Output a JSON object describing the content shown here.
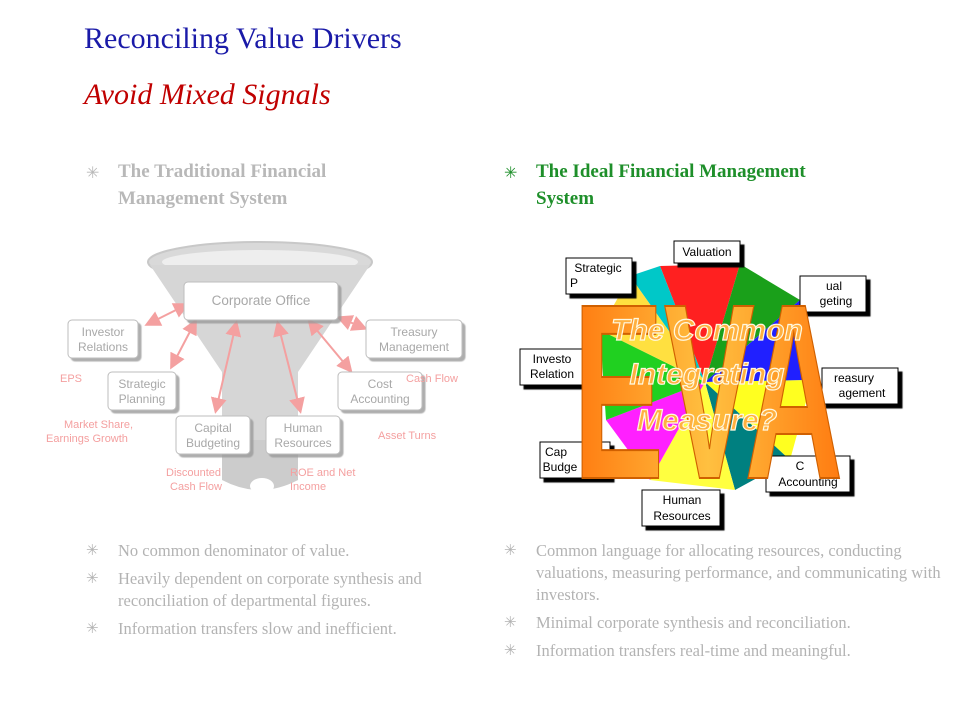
{
  "title": "Reconciling Value Drivers",
  "subtitle": "Avoid Mixed Signals",
  "bullet_glyph": "✳",
  "left": {
    "heading": "The Traditional Financial Management System",
    "heading_lines": [
      "The Traditional Financial",
      "Management System"
    ],
    "funnel_top": "Corporate Office",
    "boxes": {
      "investor": [
        "Investor",
        "Relations"
      ],
      "treasury": [
        "Treasury",
        "Management"
      ],
      "strategic": [
        "Strategic",
        "Planning"
      ],
      "cost": [
        "Cost",
        "Accounting"
      ],
      "capital": [
        "Capital",
        "Budgeting"
      ],
      "human": [
        "Human",
        "Resources"
      ]
    },
    "labels": {
      "eps": "EPS",
      "cash_flow": "Cash Flow",
      "market_share": [
        "Market Share,",
        "Earnings Growth"
      ],
      "asset_turns": "Asset Turns",
      "dcf": [
        "Discounted",
        "Cash Flow"
      ],
      "roe": [
        "ROE and Net",
        "Income"
      ]
    },
    "bullets": [
      "No common denominator of value.",
      "Heavily dependent on corporate synthesis and reconciliation of departmental figures.",
      "Information transfers slow and inefficient."
    ]
  },
  "right": {
    "heading": "The Ideal Financial Management System",
    "heading_lines": [
      "The Ideal Financial Management",
      "System"
    ],
    "boxes": {
      "valuation": [
        "Valuation"
      ],
      "strategic": [
        "Strategic",
        "P"
      ],
      "budgeting": [
        "ual",
        "geting"
      ],
      "investor": [
        "Investo",
        "Relation"
      ],
      "treasury": [
        "reasury",
        "agement"
      ],
      "capital": [
        "Cap",
        "Budge"
      ],
      "cost": [
        "C",
        "Accounting"
      ],
      "human": [
        "Human",
        "Resources"
      ]
    },
    "eva": "EVA",
    "overlay": [
      "The Common",
      "Integrating",
      "Measure?"
    ],
    "bullets": [
      "Common language for allocating resources, conducting valuations, measuring performance, and communicating with investors.",
      "Minimal corporate synthesis and reconciliation.",
      "Information transfers real-time and meaningful."
    ]
  },
  "colors": {
    "title": "#1a1aa8",
    "subtitle": "#c00000",
    "left_heading": "#b8b8b8",
    "right_heading": "#1e8f2a",
    "bullet_text": "#b3b3b3",
    "funnel": "#d6d6d6",
    "arrow": "#f4a0a0",
    "eva": "#ffa020"
  }
}
